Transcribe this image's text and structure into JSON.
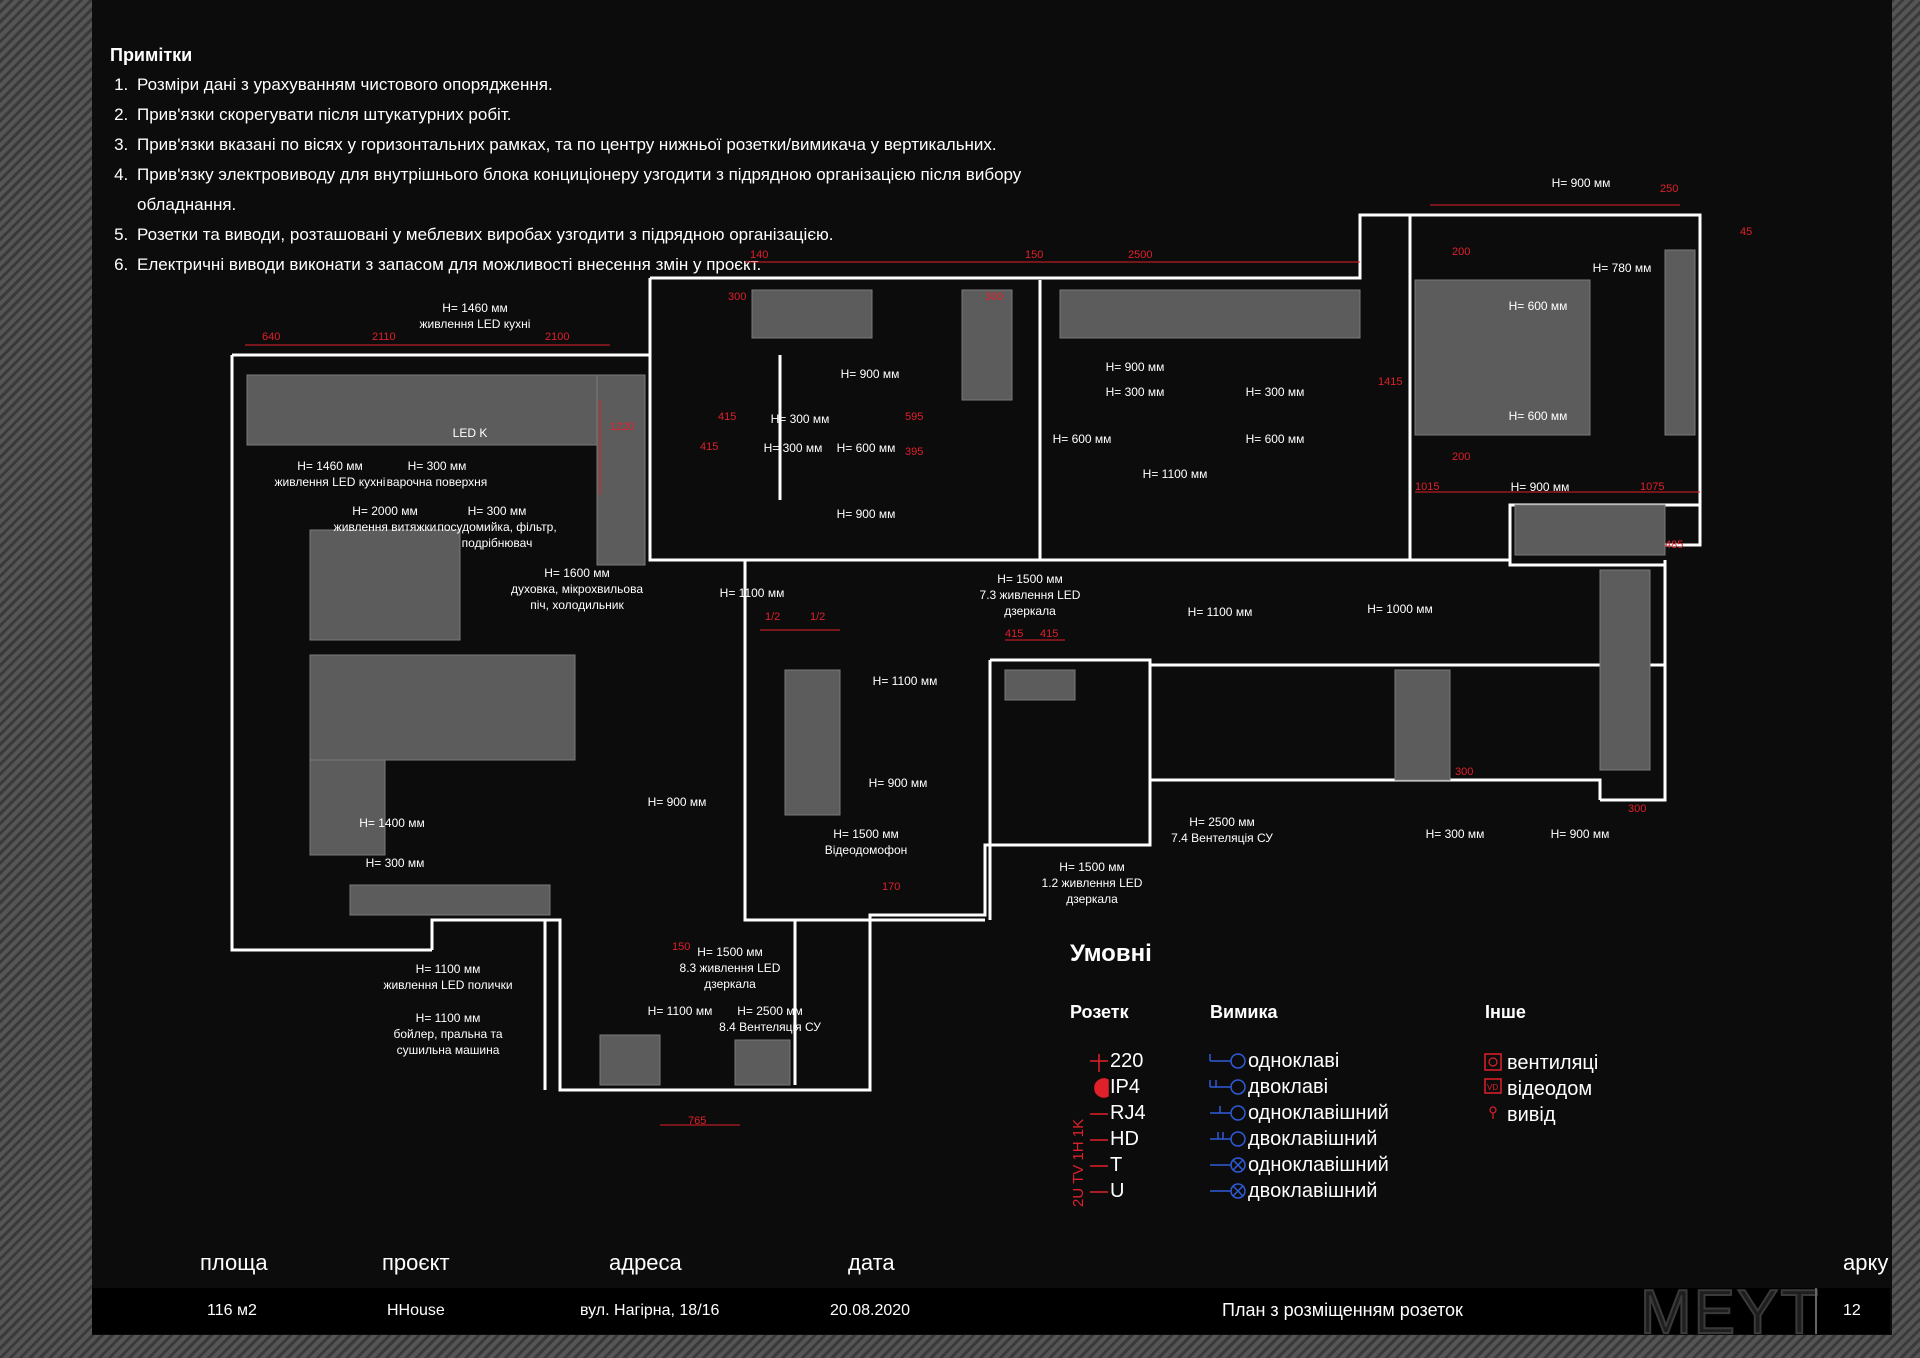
{
  "notes": {
    "title": "Примітки",
    "items": [
      "Розміри дані з урахуванням чистового опорядження.",
      "Прив'язки скорегувати після штукатурних робіт.",
      "Прив'язки вказані по вісях у горизонтальних рамках, та по центру нижньої розетки/вимикача у вертикальних.",
      "Прив'язку электровиводу для внутрішнього блока конциціонеру узгодити з підрядною організацією після вибору обладнання.",
      "Розетки та виводи, розташовані у меблевих виробах узгодити з підрядною організацією.",
      "Електричні виводи виконати з запасом для можливості внесення змін у проєкт."
    ]
  },
  "plan_labels": [
    {
      "id": "k1",
      "lines": [
        "H= 1460 мм",
        "живлення LED кухні"
      ]
    },
    {
      "id": "k2",
      "lines": [
        "LED K"
      ]
    },
    {
      "id": "k3",
      "lines": [
        "H= 1460 мм",
        "живлення LED кухні"
      ]
    },
    {
      "id": "k4",
      "lines": [
        "H= 300 мм",
        "варочна поверхня"
      ]
    },
    {
      "id": "k5",
      "lines": [
        "H= 2000 мм",
        "живлення витяжки"
      ]
    },
    {
      "id": "k6",
      "lines": [
        "H= 300 мм",
        "посудомийка, фільтр,",
        "подрібнювач"
      ]
    },
    {
      "id": "k7",
      "lines": [
        "H= 1600 мм",
        "духовка, мікрохвильова",
        "піч, холодильник"
      ]
    },
    {
      "id": "b1a",
      "lines": [
        "H= 900 мм"
      ]
    },
    {
      "id": "b1b",
      "lines": [
        "H= 300 мм"
      ]
    },
    {
      "id": "b1c",
      "lines": [
        "H= 300 мм"
      ]
    },
    {
      "id": "b1d",
      "lines": [
        "H= 600 мм"
      ]
    },
    {
      "id": "b1e",
      "lines": [
        "H= 900 мм"
      ]
    },
    {
      "id": "b2a",
      "lines": [
        "H= 900 мм"
      ]
    },
    {
      "id": "b2b",
      "lines": [
        "H= 300 мм"
      ]
    },
    {
      "id": "b2c",
      "lines": [
        "H= 600 мм"
      ]
    },
    {
      "id": "b2d",
      "lines": [
        "H= 300 мм"
      ]
    },
    {
      "id": "b2e",
      "lines": [
        "H= 600 мм"
      ]
    },
    {
      "id": "b2f",
      "lines": [
        "H= 1100 мм"
      ]
    },
    {
      "id": "m1",
      "lines": [
        "H= 900 мм"
      ]
    },
    {
      "id": "m2",
      "lines": [
        "H= 780 мм"
      ]
    },
    {
      "id": "m3",
      "lines": [
        "H= 600 мм"
      ]
    },
    {
      "id": "m4",
      "lines": [
        "H= 600 мм"
      ]
    },
    {
      "id": "m5",
      "lines": [
        "H= 900 мм"
      ]
    },
    {
      "id": "c1",
      "lines": [
        "H= 1500 мм",
        "7.3 живлення LED",
        "дзеркала"
      ]
    },
    {
      "id": "c2",
      "lines": [
        "H= 1100 мм"
      ]
    },
    {
      "id": "c3",
      "lines": [
        "H= 1100 мм"
      ]
    },
    {
      "id": "c4",
      "lines": [
        "H= 1000 мм"
      ]
    },
    {
      "id": "c5",
      "lines": [
        "H= 1100 мм"
      ]
    },
    {
      "id": "c6",
      "lines": [
        "H= 900 мм"
      ]
    },
    {
      "id": "c7",
      "lines": [
        "H= 2500 мм",
        "7.4 Вентеляція СУ"
      ]
    },
    {
      "id": "c8",
      "lines": [
        "H= 1500 мм",
        "1.2 живлення LED",
        "дзеркала"
      ]
    },
    {
      "id": "c9",
      "lines": [
        "H= 1500 мм",
        "Відеодомофон"
      ]
    },
    {
      "id": "c10",
      "lines": [
        "H= 900 мм"
      ]
    },
    {
      "id": "c11",
      "lines": [
        "H= 300 мм"
      ]
    },
    {
      "id": "c12",
      "lines": [
        "H= 900 мм"
      ]
    },
    {
      "id": "l1",
      "lines": [
        "H= 1400 мм"
      ]
    },
    {
      "id": "l2",
      "lines": [
        "H= 300 мм"
      ]
    },
    {
      "id": "w1",
      "lines": [
        "H= 1100 мм",
        "живлення LED полички"
      ]
    },
    {
      "id": "w2",
      "lines": [
        "H= 1100 мм",
        "бойлер, пральна та",
        "сушильна машина"
      ]
    },
    {
      "id": "w3",
      "lines": [
        "H= 1500 мм",
        "8.3 живлення LED",
        "дзеркала"
      ]
    },
    {
      "id": "w4",
      "lines": [
        "H= 1100 мм"
      ]
    },
    {
      "id": "w5",
      "lines": [
        "H= 2500 мм",
        "8.4 Вентеляція СУ"
      ]
    }
  ],
  "dimensions": [
    "640",
    "2110",
    "2100",
    "1220",
    "140",
    "300",
    "415",
    "415",
    "595",
    "395",
    "150",
    "2500",
    "300",
    "1415",
    "250",
    "45",
    "200",
    "200",
    "1015",
    "1075",
    "485",
    "1/2",
    "1/2",
    "415",
    "415",
    "300",
    "300",
    "170",
    "150",
    "765"
  ],
  "legend": {
    "title": "Умовні",
    "col1_head": "Розетк",
    "col2_head": "Вимика",
    "col3_head": "Інше",
    "sockets": [
      "220",
      "IP4",
      "RJ4",
      "HD",
      "T",
      "U"
    ],
    "socket_marks": "2U TV 1H 1K",
    "switches": [
      "одноклаві",
      "двоклаві",
      "одноклавішний",
      "двоклавішний",
      "одноклавішний",
      "двоклавішний"
    ],
    "other": [
      "вентиляці",
      "відеодом",
      "вивід"
    ],
    "vd_mark": "VD"
  },
  "titleblock": {
    "area_label": "площа",
    "area_value": "116 м2",
    "project_label": "проєкт",
    "project_value": "HHouse",
    "address_label": "адреса",
    "address_value": "вул. Нагірна, 18/16",
    "date_label": "дата",
    "date_value": "20.08.2020",
    "sheet_title": "План з розміщенням розеток",
    "sheet_label": "арку",
    "sheet_number": "12",
    "logo": "MEYT"
  },
  "colors": {
    "accent": "#e0202a",
    "symbol_blue": "#2e5bd6",
    "furniture": "#5c5c5c",
    "wall": "#ffffff"
  }
}
